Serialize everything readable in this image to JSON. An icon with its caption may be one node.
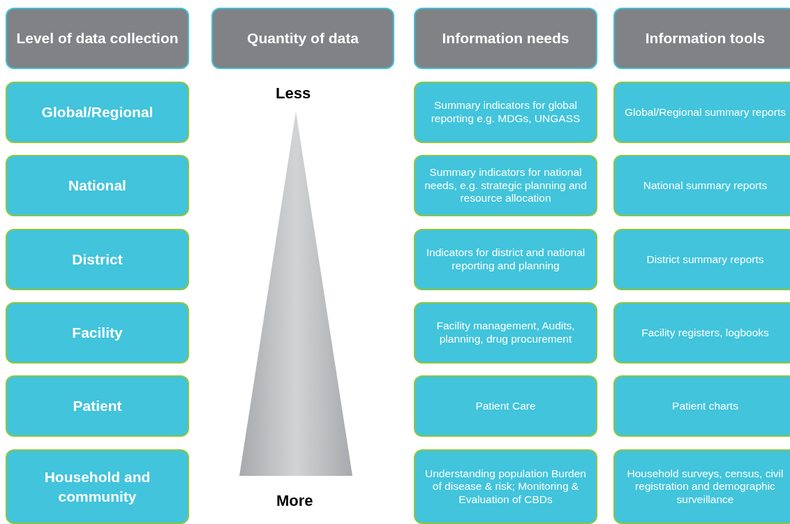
{
  "diagram": {
    "nodes": [
      {
        "text": [
          "Level of data collection"
        ]
      },
      {
        "text": [
          "Quantity of data"
        ]
      },
      {
        "text": [
          "Information needs"
        ]
      },
      {
        "text": [
          "Information tools"
        ]
      },
      {
        "text": [
          "Global/Regional"
        ]
      },
      {
        "text": [
          "Summary indicators for global reporting e.g. MDGs, UNGASS"
        ]
      },
      {
        "text": [
          "Global/Regional summary reports"
        ]
      },
      {
        "text": [
          "National"
        ]
      },
      {
        "text": [
          "Summary indicators for national needs, e.g. strategic planning and resource allocation"
        ]
      },
      {
        "text": [
          "National summary reports"
        ]
      },
      {
        "text": [
          "District"
        ]
      },
      {
        "text": [
          "Indicators for district and national reporting and planning"
        ]
      },
      {
        "text": [
          "District summary reports"
        ]
      },
      {
        "text": [
          "Facility"
        ]
      },
      {
        "text": [
          "Facility management, Audits, planning, drug procurement"
        ]
      },
      {
        "text": [
          "Facility registers, logbooks"
        ]
      },
      {
        "text": [
          "Patient"
        ]
      },
      {
        "text": [
          "Patient Care"
        ]
      },
      {
        "text": [
          "Patient charts"
        ]
      },
      {
        "text": [
          "Household and community"
        ]
      },
      {
        "text": [
          "Understanding population Burden of disease & risk; Monitoring & Evaluation of CBDs"
        ]
      },
      {
        "text": [
          "Household surveys, census, civil registration and demographic surveillance"
        ]
      }
    ],
    "labels": [
      "Less",
      "More"
    ]
  }
}
